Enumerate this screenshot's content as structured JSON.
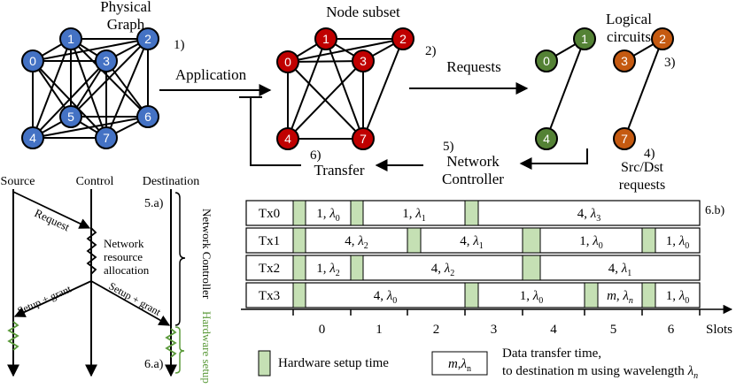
{
  "colors": {
    "blue": "#4472C4",
    "red": "#C00000",
    "green": "#548235",
    "orange": "#C55A11",
    "hw_setup": "#C5E0B4",
    "hw_setup_label": "#5B9A3A"
  },
  "labels": {
    "physical_graph_1": "Physical",
    "physical_graph_2": "Graph",
    "node_subset": "Node subset",
    "logical_circuits_1": "Logical",
    "logical_circuits_2": "circuits",
    "step1": "1)",
    "step2": "2)",
    "step3": "3)",
    "step4": "4)",
    "step5": "5)",
    "step6": "6)",
    "application": "Application",
    "requests": "Requests",
    "network_controller_1": "Network",
    "network_controller_2": "Controller",
    "transfer": "Transfer",
    "srcdst_1": "Src/Dst",
    "srcdst_2": "requests"
  },
  "graphs": {
    "physical_nodes": [
      "0",
      "1",
      "2",
      "3",
      "4",
      "5",
      "6",
      "7"
    ],
    "subset_nodes": [
      "0",
      "1",
      "2",
      "3",
      "4",
      "7"
    ],
    "logical_green": [
      "0",
      "1",
      "4"
    ],
    "logical_orange": [
      "2",
      "3",
      "7"
    ]
  },
  "sequence": {
    "source": "Source",
    "control": "Control",
    "destination": "Destination",
    "request": "Request",
    "resource_1": "Network",
    "resource_2": "resource",
    "resource_3": "allocation",
    "setup_grant_left": "Setup + grant",
    "setup_grant_right": "Setup + grant",
    "step5a": "5.a)",
    "step6a": "6.a)",
    "network_controller_vertical": "Network Controller",
    "hardware_setup_vertical": "Hardware setup"
  },
  "schedule": {
    "label": "6.b)",
    "rows": [
      {
        "name": "Tx0",
        "cells": [
          {
            "type": "hw"
          },
          {
            "type": "d",
            "m": "1",
            "w": "0"
          },
          {
            "type": "hw"
          },
          {
            "type": "d",
            "m": "1",
            "w": "1"
          },
          {
            "type": "hw"
          },
          {
            "type": "d",
            "m": "4",
            "w": "3"
          }
        ]
      },
      {
        "name": "Tx1",
        "cells": [
          {
            "type": "hw"
          },
          {
            "type": "d",
            "m": "4",
            "w": "2"
          },
          {
            "type": "hw"
          },
          {
            "type": "d",
            "m": "4",
            "w": "1"
          },
          {
            "type": "hw"
          },
          {
            "type": "d",
            "m": "1",
            "w": "0"
          },
          {
            "type": "hw"
          },
          {
            "type": "d",
            "m": "1",
            "w": "0"
          }
        ]
      },
      {
        "name": "Tx2",
        "cells": [
          {
            "type": "hw"
          },
          {
            "type": "d",
            "m": "1",
            "w": "2"
          },
          {
            "type": "hw"
          },
          {
            "type": "d",
            "m": "4",
            "w": "2"
          },
          {
            "type": "hw"
          },
          {
            "type": "d",
            "m": "4",
            "w": "1"
          }
        ]
      },
      {
        "name": "Tx3",
        "cells": [
          {
            "type": "hw"
          },
          {
            "type": "d",
            "m": "4",
            "w": "0"
          },
          {
            "type": "hw"
          },
          {
            "type": "d",
            "m": "1",
            "w": "0"
          },
          {
            "type": "hw"
          },
          {
            "type": "d",
            "m": "m",
            "w": "n"
          },
          {
            "type": "hw"
          },
          {
            "type": "d",
            "m": "1",
            "w": "0"
          }
        ]
      }
    ],
    "slots": [
      "0",
      "1",
      "2",
      "3",
      "4",
      "5",
      "6"
    ],
    "slots_label": "Slots",
    "legend_hw": "Hardware setup time",
    "legend_cell_m": "m",
    "legend_cell_w": "n",
    "legend_desc_1": "Data transfer time,",
    "legend_desc_2": "to destination m using wavelength",
    "legend_desc_w": "n",
    "lambda": "λ"
  }
}
